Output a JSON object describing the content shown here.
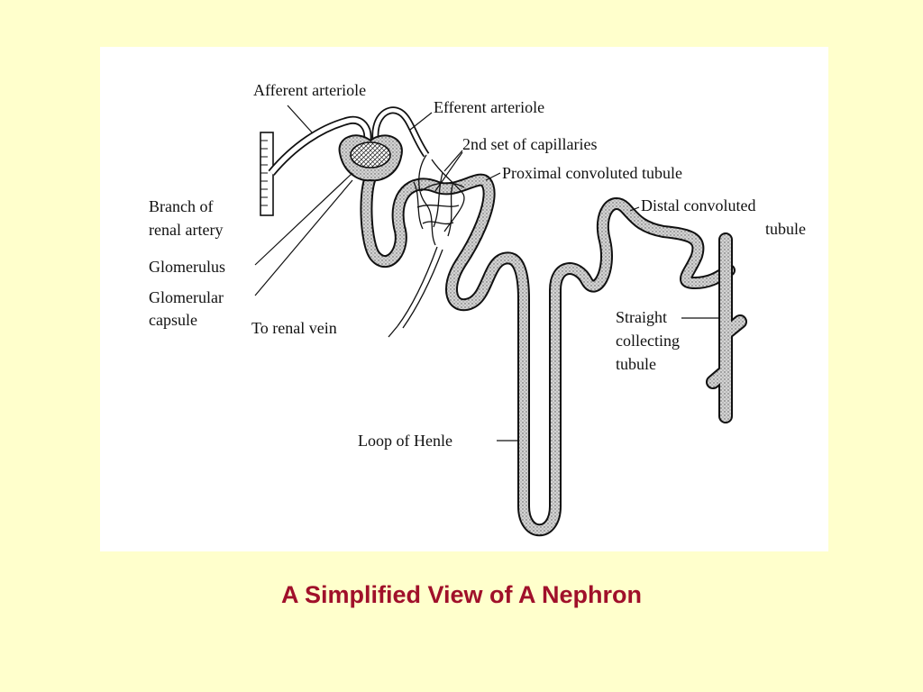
{
  "caption": "A Simplified View of A Nephron",
  "colors": {
    "background": "#ffffcc",
    "panel": "#ffffff",
    "caption": "#a0102a",
    "ink": "#111111",
    "tubule_fill": "#bdbdbd"
  },
  "labels": {
    "afferent_arteriole": "Afferent arteriole",
    "efferent_arteriole": "Efferent arteriole",
    "second_capillaries": "2nd set of capillaries",
    "proximal_tubule": "Proximal convoluted tubule",
    "distal_tubule_line1": "Distal convoluted",
    "distal_tubule_line2": "tubule",
    "branch_line1": "Branch of",
    "branch_line2": "renal artery",
    "glomerulus": "Glomerulus",
    "capsule_line1": "Glomerular",
    "capsule_line2": "capsule",
    "renal_vein": "To renal vein",
    "collecting_line1": "Straight",
    "collecting_line2": "collecting",
    "collecting_line3": "tubule",
    "loop_of_henle": "Loop of Henle"
  }
}
